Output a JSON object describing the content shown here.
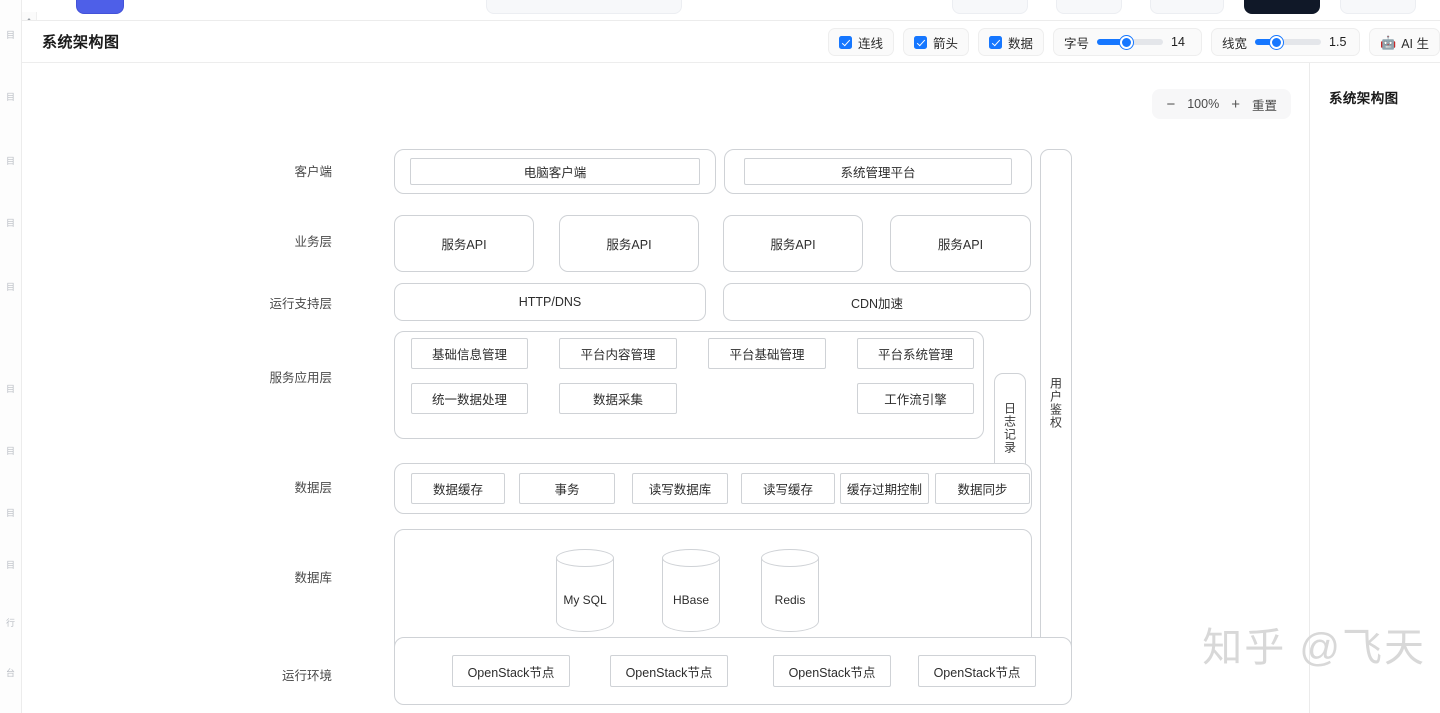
{
  "window": {
    "title": "系统架构图"
  },
  "toolbar": {
    "checkboxes": [
      {
        "label": "连线",
        "checked": true
      },
      {
        "label": "箭头",
        "checked": true
      },
      {
        "label": "数据",
        "checked": true
      }
    ],
    "font_size": {
      "label": "字号",
      "value": "14",
      "percent": 45
    },
    "line_width": {
      "label": "线宽",
      "value": "1.5",
      "percent": 33
    },
    "ai_button": {
      "icon": "ai-robot-icon",
      "glyph": "🤖",
      "label": "AI 生"
    }
  },
  "zoom_control": {
    "minus": "−",
    "level": "100%",
    "plus": "+",
    "reset": "重置"
  },
  "side_panel": {
    "title": "系统架构图"
  },
  "watermark": "知乎 @飞天",
  "chart_data": {
    "type": "diagram",
    "title": "系统架构图",
    "layers": [
      {
        "label": "客户端",
        "groups": [
          {
            "nodes": [
              "电脑客户端"
            ]
          },
          {
            "nodes": [
              "系统管理平台"
            ]
          }
        ]
      },
      {
        "label": "业务层",
        "nodes": [
          "服务API",
          "服务API",
          "服务API",
          "服务API"
        ]
      },
      {
        "label": "运行支持层",
        "nodes": [
          "HTTP/DNS",
          "CDN加速"
        ]
      },
      {
        "label": "服务应用层",
        "row1": [
          "基础信息管理",
          "平台内容管理",
          "平台基础管理",
          "平台系统管理"
        ],
        "row2": [
          "统一数据处理",
          "数据采集",
          "",
          "工作流引擎"
        ]
      },
      {
        "label": "数据层",
        "nodes": [
          "数据缓存",
          "事务",
          "读写数据库",
          "读写缓存",
          "缓存过期控制",
          "数据同步"
        ]
      },
      {
        "label": "数据库",
        "cylinders": [
          "My SQL",
          "HBase",
          "Redis"
        ]
      },
      {
        "label": "运行环境",
        "nodes": [
          "OpenStack节点",
          "OpenStack节点",
          "OpenStack节点",
          "OpenStack节点"
        ]
      }
    ],
    "vertical_bars": [
      {
        "label": "日志记录",
        "span": "服务应用层"
      },
      {
        "label": "用户鉴权",
        "span": "客户端-数据库"
      }
    ]
  },
  "left_rail": {
    "glyphs": [
      "目",
      "目",
      "目",
      "目",
      "目",
      "目",
      "目",
      "目",
      "目",
      "行",
      "台"
    ]
  }
}
